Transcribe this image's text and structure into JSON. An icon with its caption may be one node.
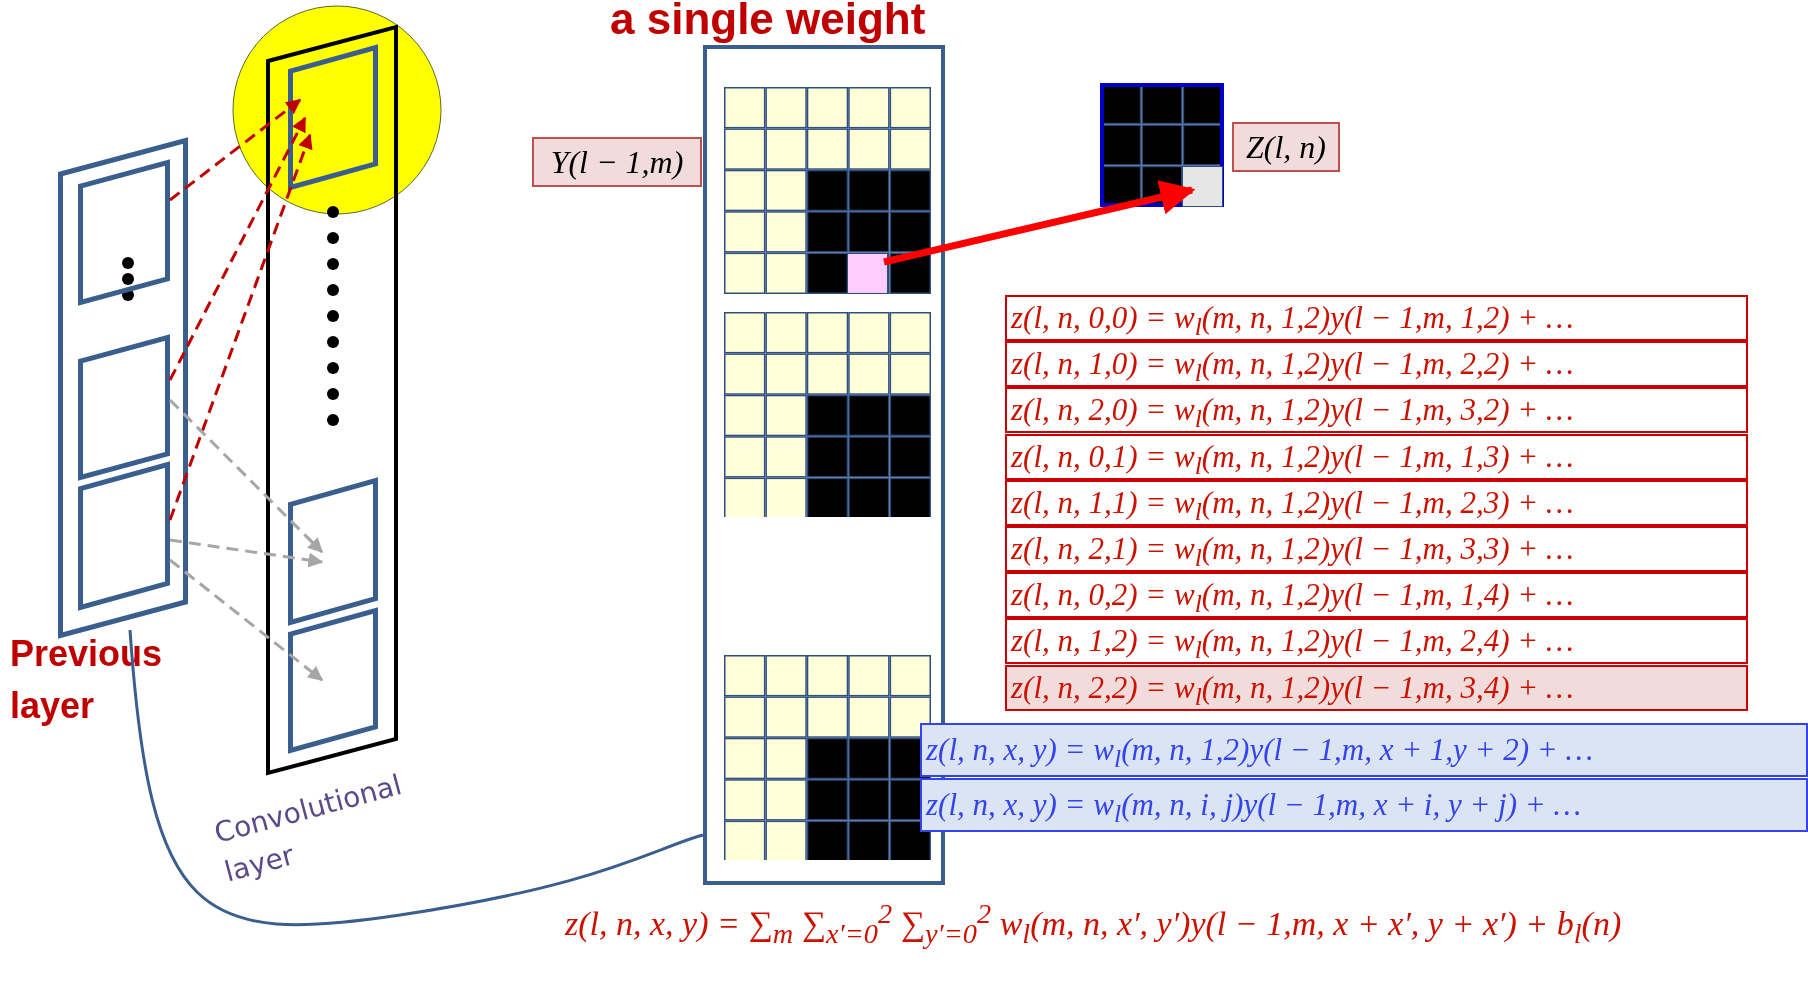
{
  "diagram": {
    "title": "a single weight",
    "nodes": [
      {
        "text": [
          "Previous layer"
        ]
      },
      {
        "text": [],
        "shape": "box",
        "in": 0
      },
      {
        "text": [],
        "shape": "box",
        "in": 0
      },
      {
        "text": [],
        "shape": "box",
        "in": 0
      },
      {
        "text": [
          "Convolutional layer"
        ]
      },
      {
        "text": [],
        "shape": "box",
        "in": 4
      },
      {
        "text": [],
        "shape": "box",
        "in": 4
      },
      {
        "text": [],
        "shape": "box",
        "in": 4
      },
      {
        "text": [],
        "shape": "box"
      },
      {
        "text": [],
        "shape": "grid",
        "in": 8
      },
      {
        "text": [],
        "shape": "grid",
        "in": 8
      },
      {
        "text": [],
        "shape": "grid",
        "in": 8
      },
      {
        "text": [],
        "shape": "box",
        "in": 9
      },
      {
        "text": [
          "Y(l − 1,m)"
        ]
      },
      {
        "text": [],
        "shape": "grid"
      },
      {
        "text": [],
        "shape": "box",
        "in": 14
      },
      {
        "text": [
          "Z(l, n)"
        ]
      },
      {
        "text": [
          "z(l, n, 0,0) = w$_{l}$(m, n, 1,2)y(l − 1,m,  1,2) + …"
        ]
      },
      {
        "text": [
          "z(l, n, 1,0) = w$_{l}$(m, n, 1,2)y(l − 1,m,  2,2) + …"
        ]
      },
      {
        "text": [
          "z(l, n, 2,0) = w$_{l}$(m, n, 1,2)y(l − 1,m,  3,2) + …"
        ]
      },
      {
        "text": [
          "z(l, n, 0,1) = w$_{l}$(m, n, 1,2)y(l − 1,m,  1,3) + …"
        ]
      },
      {
        "text": [
          "z(l, n, 1,1) = w$_{l}$(m, n, 1,2)y(l − 1,m,  2,3) + …"
        ]
      },
      {
        "text": [
          "z(l, n, 2,1) = w$_{l}$(m, n, 1,2)y(l − 1,m,  3,3) + …"
        ]
      },
      {
        "text": [
          "z(l, n, 0,2) = w$_{l}$(m, n, 1,2)y(l − 1,m,  1,4) + …"
        ]
      },
      {
        "text": [
          "z(l, n, 1,2) = w$_{l}$(m, n, 1,2)y(l − 1,m,  2,4) + …"
        ]
      },
      {
        "text": [
          "z(l, n, 2,2) = w$_{l}$(m, n, 1,2)y(l − 1,m,  3,4) + …"
        ]
      },
      {
        "text": [
          "z(l, n, x, y) = w$_{l}$(m, n, 1,2)y(l − 1,m,  x + 1,y + 2) + …"
        ]
      },
      {
        "text": [
          "z(l, n, x, y) = w$_{l}$(m, n, i, j)y(l − 1,m,  x + i, y + j) + …"
        ]
      }
    ],
    "edges": [
      {
        "from": 1,
        "to": 5,
        "arrow": "to",
        "style": "dashed"
      },
      {
        "from": 2,
        "to": 5,
        "arrow": "to",
        "style": "dashed"
      },
      {
        "from": 3,
        "to": 5,
        "arrow": "to",
        "style": "dashed"
      },
      {
        "from": 2,
        "to": 6,
        "arrow": "to",
        "style": "dashed",
        "color": "#a6a6a6"
      },
      {
        "from": 3,
        "to": 6,
        "arrow": "to",
        "style": "dashed",
        "color": "#a6a6a6"
      },
      {
        "from": 3,
        "to": 7,
        "arrow": "to",
        "style": "dashed",
        "color": "#a6a6a6"
      },
      {
        "from": 12,
        "to": 15,
        "arrow": "to",
        "style": "thick",
        "color": "#ff0000"
      },
      {
        "from": 0,
        "to": 8,
        "arrow": "none",
        "color": "#3a5f8f"
      }
    ],
    "labels": [
      "z(l, n, x, y) = ∑$_{m}$ ∑$_{x′=0}$$^{2}$ ∑$_{y′=0}$$^{2}$ w$_{l}$(m, n, x′, y′)y(l − 1,m, x + x′, y + x′) + b$_{l}$(n)"
    ]
  }
}
